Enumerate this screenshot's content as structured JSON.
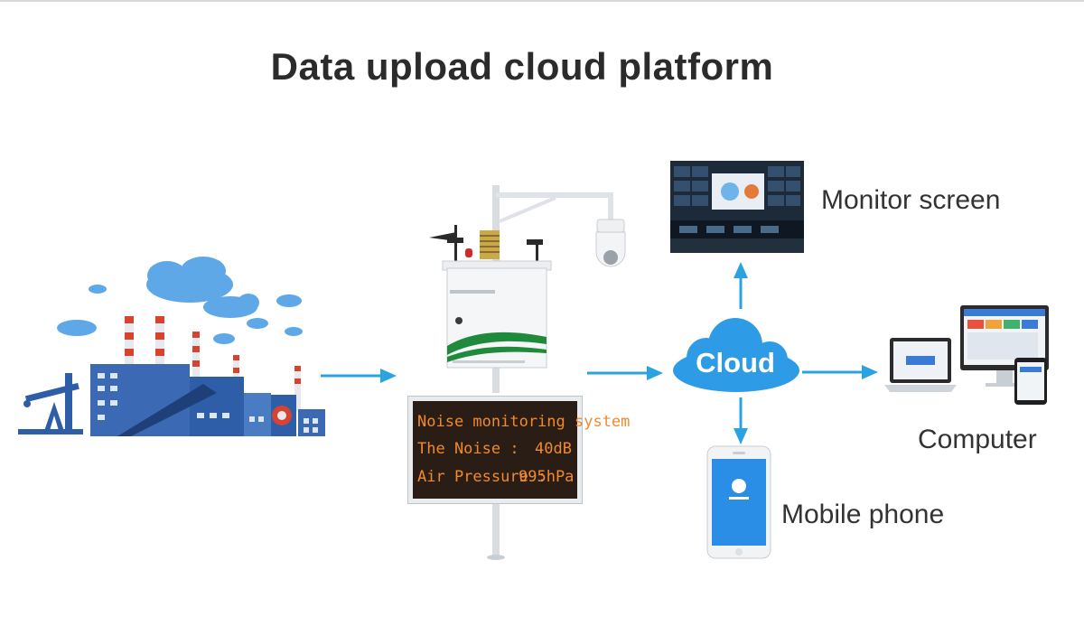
{
  "title": "Data upload cloud platform",
  "cloud": {
    "label": "Cloud"
  },
  "display": {
    "line1": "Noise monitoring system",
    "noise_label": "The Noise :",
    "noise_value": "40dB",
    "pressure_label": "Air Pressure :",
    "pressure_value": "995hPa"
  },
  "outputs": {
    "monitor": "Monitor screen",
    "computer": "Computer",
    "mobile": "Mobile phone"
  },
  "colors": {
    "arrow": "#2aa3e0",
    "cloud": "#2d9be6",
    "factory": "#3c69b4",
    "smoke": "#5ea8e8"
  }
}
